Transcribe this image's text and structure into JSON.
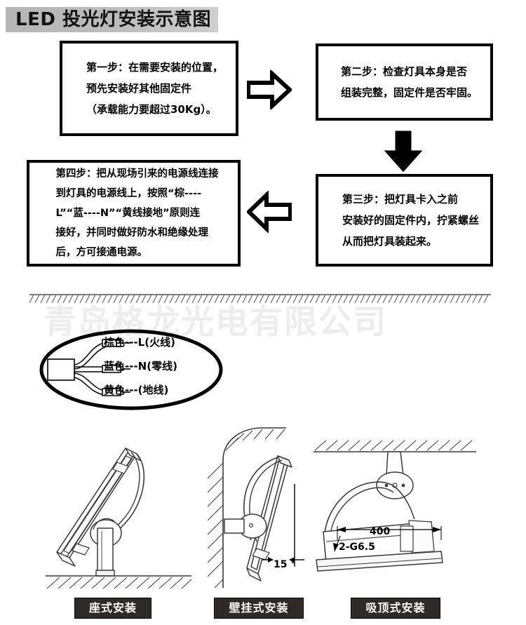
{
  "title": {
    "text": "LED 投光灯安装示意图",
    "band_color": "#bdbdbd"
  },
  "steps": [
    {
      "id": "step1",
      "label": "step-1",
      "text": "第一步：在需要安装的位置，\n预先安装好其他固定件\n（承载能力要超过30Kg）。"
    },
    {
      "id": "step2",
      "label": "step-2",
      "text": "第二步：检查灯具本身是否\n组装完整，固定件是否牢固。"
    },
    {
      "id": "step3",
      "label": "step-3",
      "text": "第三步：把灯具卡入之前\n安装好的固定件内，拧紧螺丝\n从而把灯具装起来。"
    },
    {
      "id": "step4",
      "label": "step-4",
      "text": "第四步：把从现场引来的电源线连接\n到灯具的电源线上，按照“棕----\nL”“蓝----N”“黄线接地”原则连\n接好，并同时做好防水和绝缘处理\n后，方可接通电源。"
    }
  ],
  "arrows": [
    {
      "name": "arrow-step1-to-step2",
      "direction": "right",
      "style": "outline"
    },
    {
      "name": "arrow-step2-to-step3",
      "direction": "down",
      "style": "solid"
    },
    {
      "name": "arrow-step3-to-step4",
      "direction": "left",
      "style": "outline"
    }
  ],
  "watermark": {
    "text": "青岛格龙光电有限公司",
    "color": "#ededed"
  },
  "wiring": {
    "caption_l": "棕色---L(火线)",
    "caption_n": "蓝色---N(零线)",
    "caption_e": "黄色---(地线)"
  },
  "dimensions": {
    "length": "400",
    "hole": "2-G6.5",
    "angle": "15 °"
  },
  "mount_labels": [
    {
      "name": "mount-base",
      "text": "座式安装"
    },
    {
      "name": "mount-wall",
      "text": "壁挂式安装"
    },
    {
      "name": "mount-ceiling",
      "text": "吸顶式安装"
    }
  ]
}
